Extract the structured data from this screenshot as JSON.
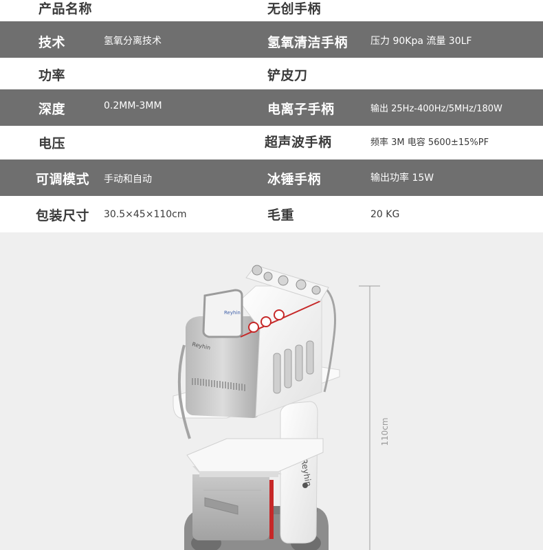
{
  "specs": {
    "rows": [
      {
        "left_label": "产品名称",
        "left_value": "",
        "right_label": "无创手柄",
        "right_value": ""
      },
      {
        "left_label": "技术",
        "left_value": "氢氧分离技术",
        "right_label": "氢氧清洁手柄",
        "right_value": "压力 90Kpa  流量 30LF"
      },
      {
        "left_label": "功率",
        "left_value": "",
        "right_label": "铲皮刀",
        "right_value": ""
      },
      {
        "left_label": "深度",
        "left_value": "0.2MM-3MM",
        "right_label": "电离子手柄",
        "right_value": "输出  25Hz-400Hz/5MHz/180W"
      },
      {
        "left_label": "电压",
        "left_value": "",
        "right_label": "超声波手柄",
        "right_value": "频率  3M  电容  5600±15%PF"
      },
      {
        "left_label": "可调模式",
        "left_value": "手动和自动",
        "right_label": "冰锤手柄",
        "right_value": "输出功率  15W"
      },
      {
        "left_label": "包装尺寸",
        "left_value": "30.5×45×110cm",
        "right_label": "毛重",
        "right_value": "20 KG"
      }
    ]
  },
  "figure": {
    "brand_text": "Reyhin",
    "height_label": "110cm"
  },
  "colors": {
    "dark_row": "#6f6f6f",
    "light_row": "#ffffff",
    "figure_bg": "#efefef",
    "accent_red": "#c62828"
  }
}
